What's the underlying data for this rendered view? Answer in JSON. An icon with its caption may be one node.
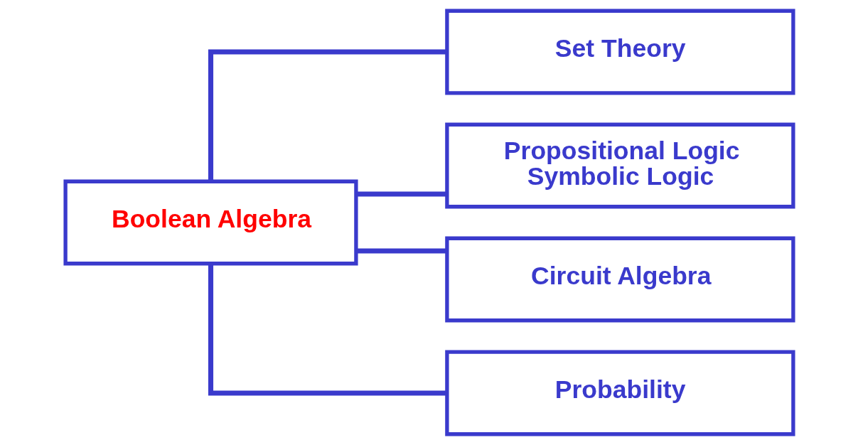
{
  "diagram": {
    "nodes": [
      {
        "text": [
          "Boolean Algebra"
        ]
      },
      {
        "text": [
          "Set Theory"
        ]
      },
      {
        "text": [
          "Propositional Logic",
          "Symbolic Logic"
        ]
      },
      {
        "text": [
          "Circuit Algebra"
        ]
      },
      {
        "text": [
          "Probability"
        ]
      }
    ],
    "edges": [
      {
        "from": 0,
        "to": 1,
        "arrow": "none"
      },
      {
        "from": 0,
        "to": 2,
        "arrow": "none"
      },
      {
        "from": 0,
        "to": 3,
        "arrow": "none"
      },
      {
        "from": 0,
        "to": 4,
        "arrow": "none"
      }
    ]
  }
}
